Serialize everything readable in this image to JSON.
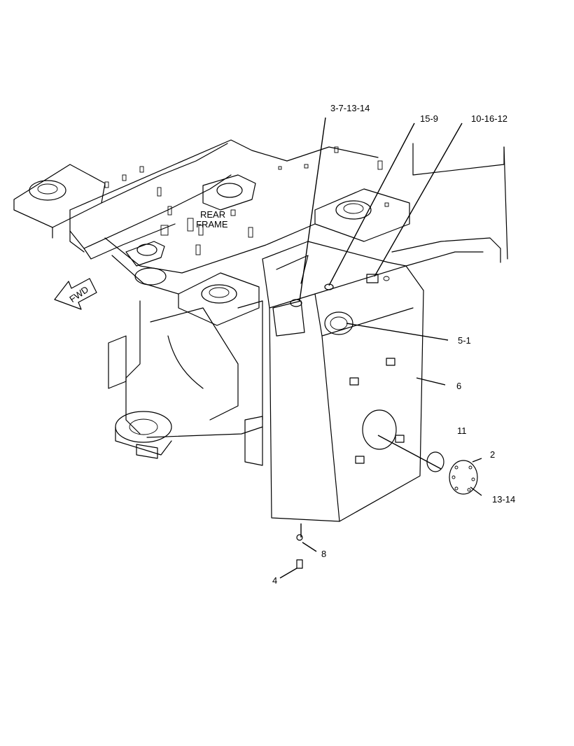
{
  "diagram": {
    "frame_label_line1": "REAR",
    "frame_label_line2": "FRAME",
    "fwd_label": "FWD",
    "callouts": [
      {
        "id": "c-3-7-13-14",
        "text": "3-7-13-14"
      },
      {
        "id": "c-15-9",
        "text": "15-9"
      },
      {
        "id": "c-10-16-12",
        "text": "10-16-12"
      },
      {
        "id": "c-5-1",
        "text": "5-1"
      },
      {
        "id": "c-6",
        "text": "6"
      },
      {
        "id": "c-11",
        "text": "11"
      },
      {
        "id": "c-2",
        "text": "2"
      },
      {
        "id": "c-13-14",
        "text": "13-14"
      },
      {
        "id": "c-8",
        "text": "8"
      },
      {
        "id": "c-4",
        "text": "4"
      }
    ]
  }
}
